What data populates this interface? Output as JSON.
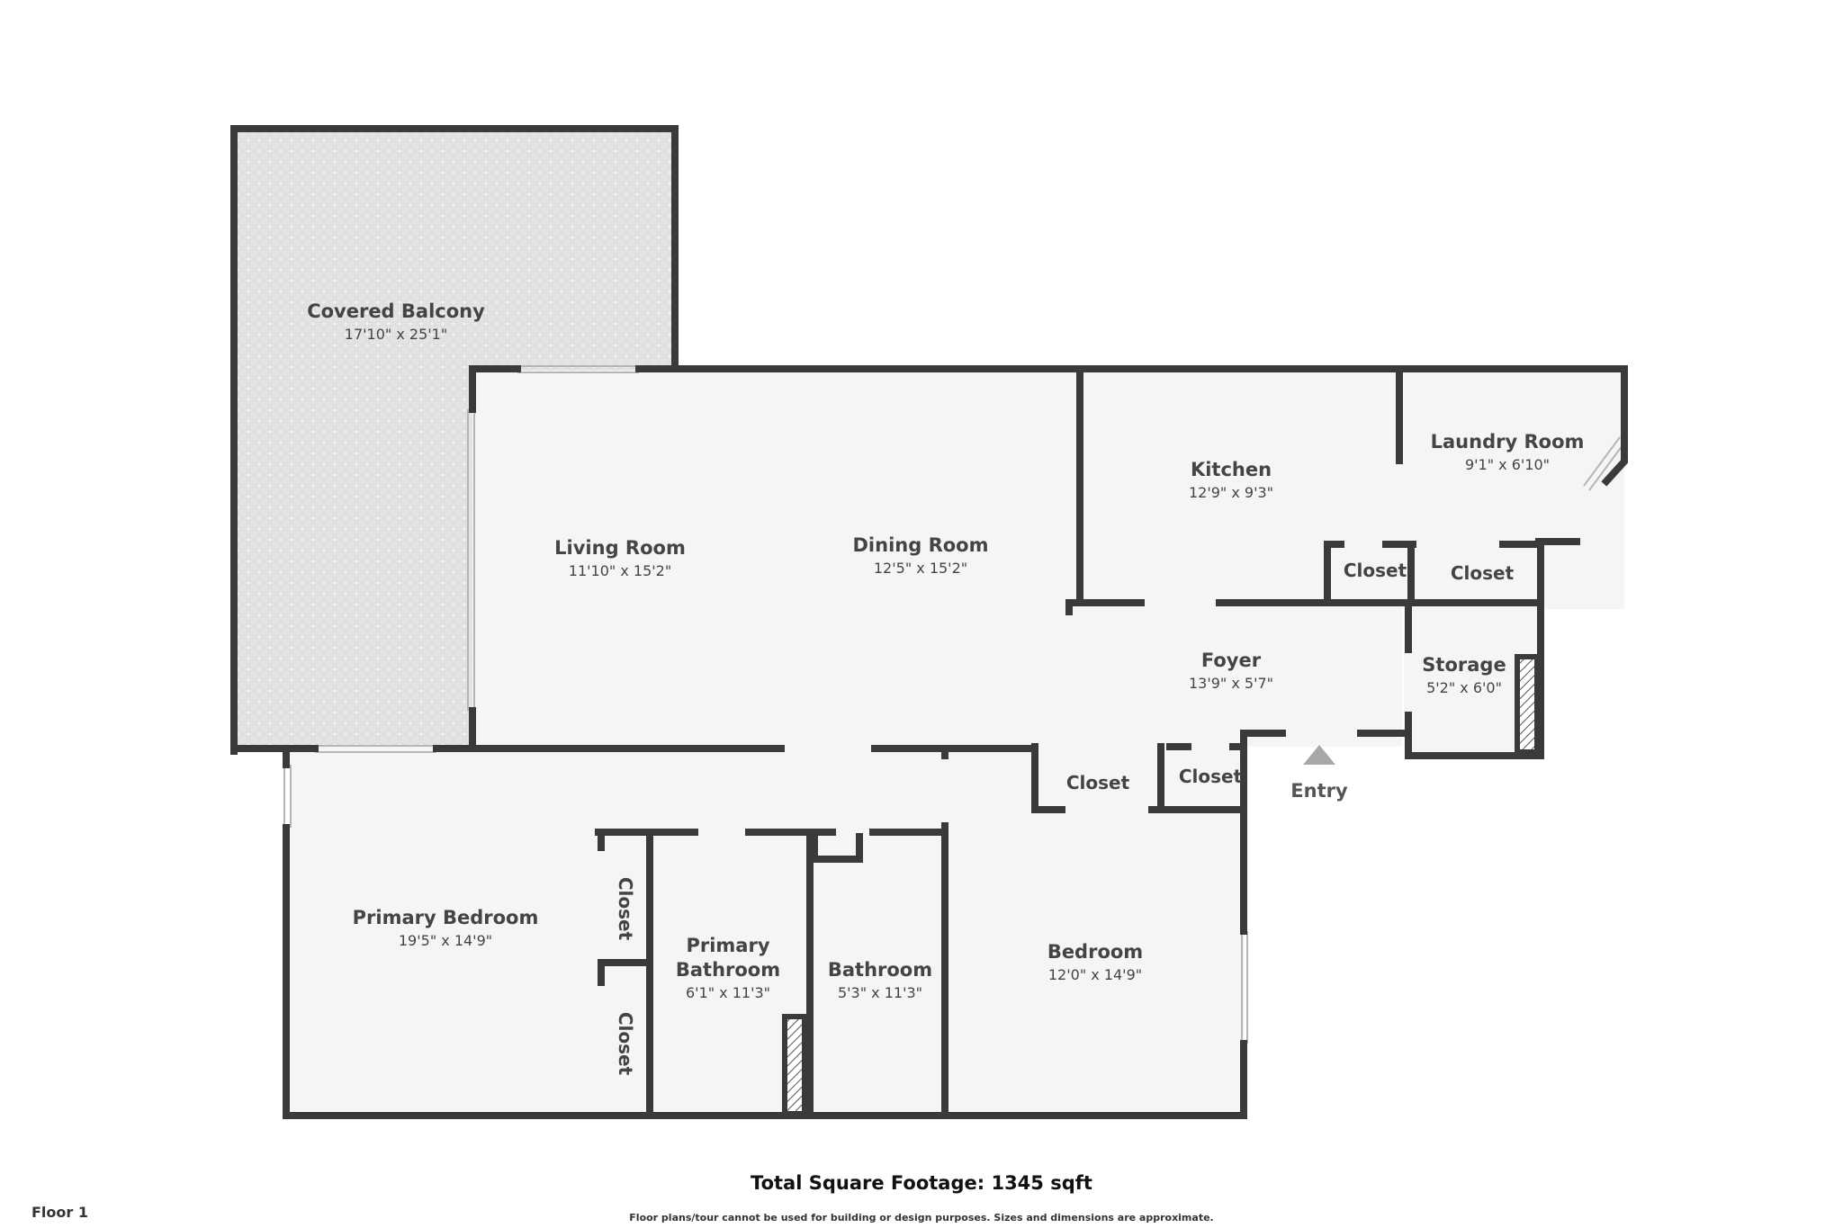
{
  "rooms": {
    "covered_balcony": {
      "name": "Covered Balcony",
      "dim": "17'10\" x 25'1\""
    },
    "living_room": {
      "name": "Living Room",
      "dim": "11'10\" x 15'2\""
    },
    "dining_room": {
      "name": "Dining Room",
      "dim": "12'5\" x 15'2\""
    },
    "kitchen": {
      "name": "Kitchen",
      "dim": "12'9\" x 9'3\""
    },
    "laundry_room": {
      "name": "Laundry Room",
      "dim": "9'1\" x 6'10\""
    },
    "foyer": {
      "name": "Foyer",
      "dim": "13'9\" x 5'7\""
    },
    "storage": {
      "name": "Storage",
      "dim": "5'2\" x 6'0\""
    },
    "primary_bedroom": {
      "name": "Primary Bedroom",
      "dim": "19'5\" x 14'9\""
    },
    "primary_bathroom": {
      "name_line1": "Primary",
      "name_line2": "Bathroom",
      "dim": "6'1\" x 11'3\""
    },
    "bathroom": {
      "name": "Bathroom",
      "dim": "5'3\" x 11'3\""
    },
    "bedroom": {
      "name": "Bedroom",
      "dim": "12'0\" x 14'9\""
    }
  },
  "closet_label": "Closet",
  "entry_label": "Entry",
  "footer": {
    "total": "Total Square Footage: 1345 sqft",
    "disclaimer": "Floor plans/tour cannot be used for building or design purposes. Sizes and dimensions are approximate.",
    "floor": "Floor 1"
  },
  "colors": {
    "wall": "#3a3a3a",
    "floor": "#f5f5f5",
    "balcony": "#ececec",
    "entry_arrow": "#a8a8a8"
  }
}
